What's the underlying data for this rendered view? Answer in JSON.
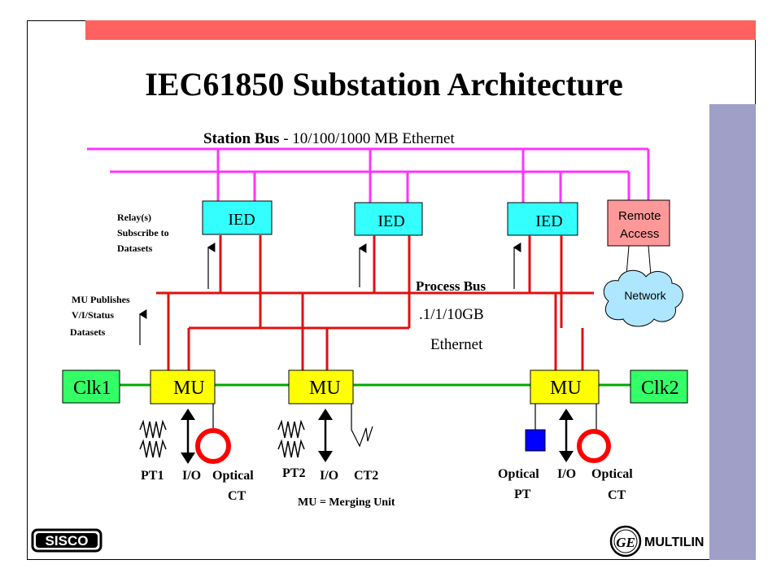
{
  "title": "IEC61850 Substation Architecture",
  "station_bus": {
    "label": "Station Bus",
    "detail": "- 10/100/1000 MB Ethernet"
  },
  "ieds": [
    "IED",
    "IED",
    "IED"
  ],
  "remote_access": [
    "Remote",
    "Access"
  ],
  "network": "Network",
  "relay_note": [
    "Relay(s)",
    "Subscribe to",
    "Datasets"
  ],
  "mu_note": [
    "MU Publishes",
    "V/I/Status",
    "Datasets"
  ],
  "process_bus": {
    "label": "Process Bus",
    "speed": ".1/1/10GB",
    "medium": "Ethernet"
  },
  "clocks": [
    "Clk1",
    "Clk2"
  ],
  "mus": [
    "MU",
    "MU",
    "MU"
  ],
  "field_labels": {
    "pt1": "PT1",
    "io1": "I/O",
    "optical_ct1": [
      "Optical",
      "CT"
    ],
    "pt2": "PT2",
    "io2": "I/O",
    "ct2": "CT2",
    "optical_pt": [
      "Optical",
      "PT"
    ],
    "io3": "I/O",
    "optical_ct3": [
      "Optical",
      "CT"
    ]
  },
  "footnote": "MU = Merging Unit",
  "logos": {
    "sisco": "SISCO",
    "ge": "GE",
    "multilin": "MULTILIN"
  },
  "colors": {
    "station_bus": "#ff33ff",
    "process_bus": "#e01010",
    "ied_fill": "#33ffff",
    "remote_fill": "#ff9999",
    "mu_fill": "#ffff00",
    "clock_fill": "#33ff66",
    "clock_line": "#00aa00",
    "banner": "#ff6060",
    "side_bar": "#9f9fc8",
    "network_cloud": "#aee6ff"
  }
}
